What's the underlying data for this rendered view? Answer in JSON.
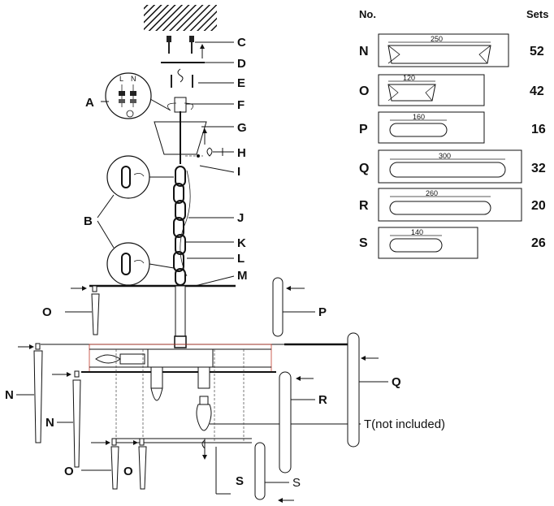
{
  "table": {
    "header_no": "No.",
    "header_sets": "Sets",
    "rows": [
      {
        "no": "N",
        "dim": "250",
        "sets": "52"
      },
      {
        "no": "O",
        "dim": "120",
        "sets": "42"
      },
      {
        "no": "P",
        "dim": "160",
        "sets": "16"
      },
      {
        "no": "Q",
        "dim": "300",
        "sets": "32"
      },
      {
        "no": "R",
        "dim": "260",
        "sets": "20"
      },
      {
        "no": "S",
        "dim": "140",
        "sets": "26"
      }
    ]
  },
  "callouts": {
    "A": "A",
    "B": "B",
    "C": "C",
    "D": "D",
    "E": "E",
    "F": "F",
    "G": "G",
    "H": "H",
    "I": "I",
    "J": "J",
    "K": "K",
    "L": "L",
    "M": "M",
    "O_left": "O",
    "P_right": "P",
    "N_left": "N",
    "N_inner": "N",
    "Q_right": "Q",
    "R_right": "R",
    "T": "T(not included)",
    "O_bottom1": "O",
    "O_bottom2": "O",
    "S_bottom1": "S",
    "S_bottom2": "S"
  },
  "wiring_labels": {
    "L": "L",
    "N": "N"
  }
}
